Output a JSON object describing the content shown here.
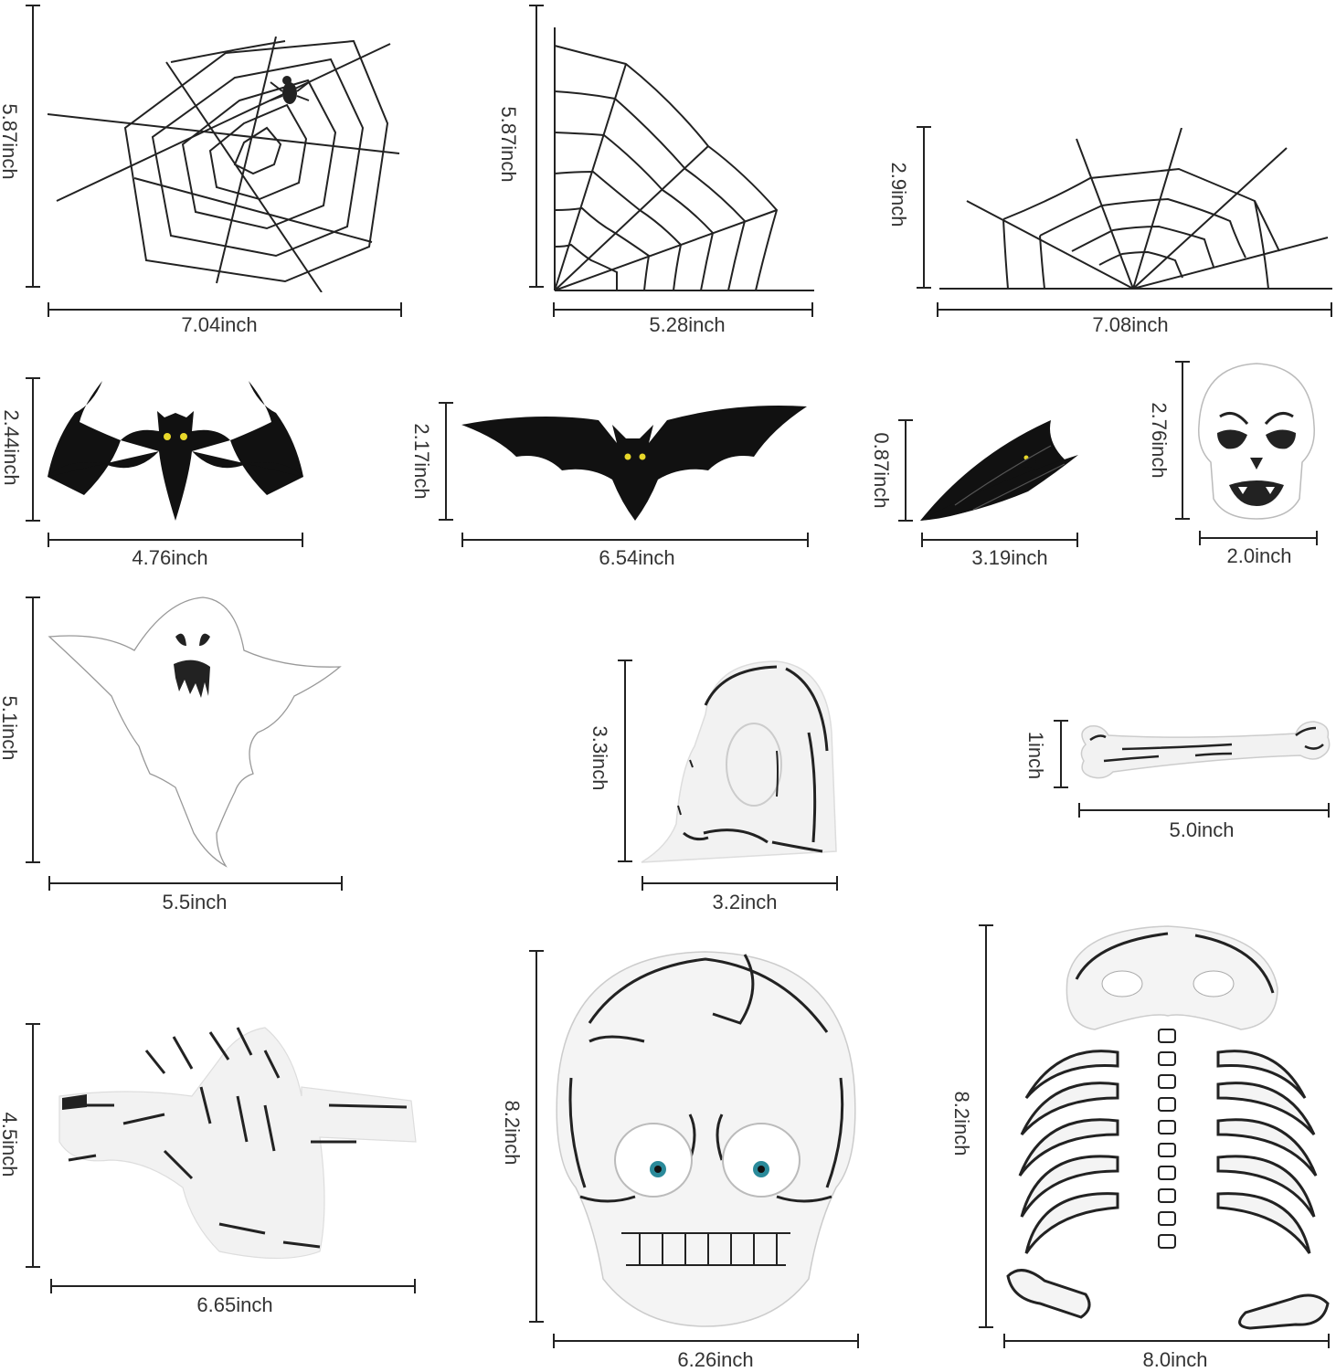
{
  "items": [
    {
      "name": "spider-web-full",
      "width": "7.04inch",
      "height": "5.87inch"
    },
    {
      "name": "spider-web-corner",
      "width": "5.28inch",
      "height": "5.87inch"
    },
    {
      "name": "spider-web-half",
      "width": "7.08inch",
      "height": "2.9inch"
    },
    {
      "name": "bat-large",
      "width": "4.76inch",
      "height": "2.44inch"
    },
    {
      "name": "bat-wide",
      "width": "6.54inch",
      "height": "2.17inch"
    },
    {
      "name": "bat-folded",
      "width": "3.19inch",
      "height": "0.87inch"
    },
    {
      "name": "skull-small",
      "width": "2.0inch",
      "height": "2.76inch"
    },
    {
      "name": "ghost",
      "width": "5.5inch",
      "height": "5.1inch"
    },
    {
      "name": "tombstone",
      "width": "3.2inch",
      "height": "3.3inch"
    },
    {
      "name": "bone",
      "width": "5.0inch",
      "height": "1inch"
    },
    {
      "name": "skeleton-hand",
      "width": "6.65inch",
      "height": "4.5inch"
    },
    {
      "name": "skull-large",
      "width": "6.26inch",
      "height": "8.2inch"
    },
    {
      "name": "skeleton-ribcage",
      "width": "8.0inch",
      "height": "8.2inch"
    }
  ],
  "colors": {
    "ink": "#222222",
    "label": "#333333",
    "eye_yellow": "#e8d82a",
    "eye_teal": "#2a8a9a",
    "sticker_grey": "#f0f0f0"
  }
}
